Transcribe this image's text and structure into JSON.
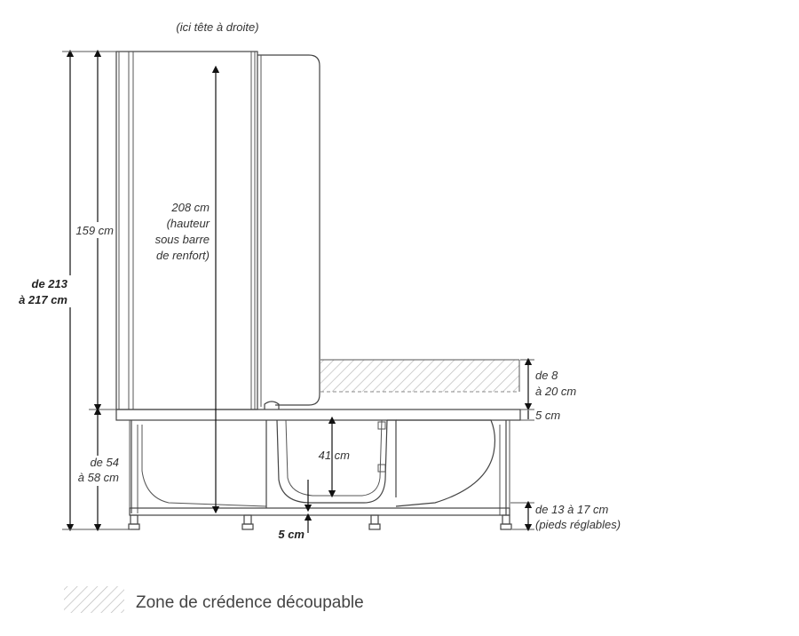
{
  "caption": "(ici tête à droite)",
  "dimensions": {
    "total_height": [
      "de 213",
      "à 217 cm"
    ],
    "screen_height": "159 cm",
    "bar_height": [
      "208 cm",
      "(hauteur",
      "sous barre",
      "de renfort)"
    ],
    "tub_height": [
      "de 54",
      "à 58 cm"
    ],
    "depth": "41 cm",
    "rim": "5 cm",
    "backsplash": [
      "de 8",
      "à 20 cm"
    ],
    "feet": [
      "de 13 à 17 cm",
      "(pieds réglables)"
    ],
    "bottom": "5 cm"
  },
  "legend": {
    "label": "Zone de crédence découpable"
  }
}
